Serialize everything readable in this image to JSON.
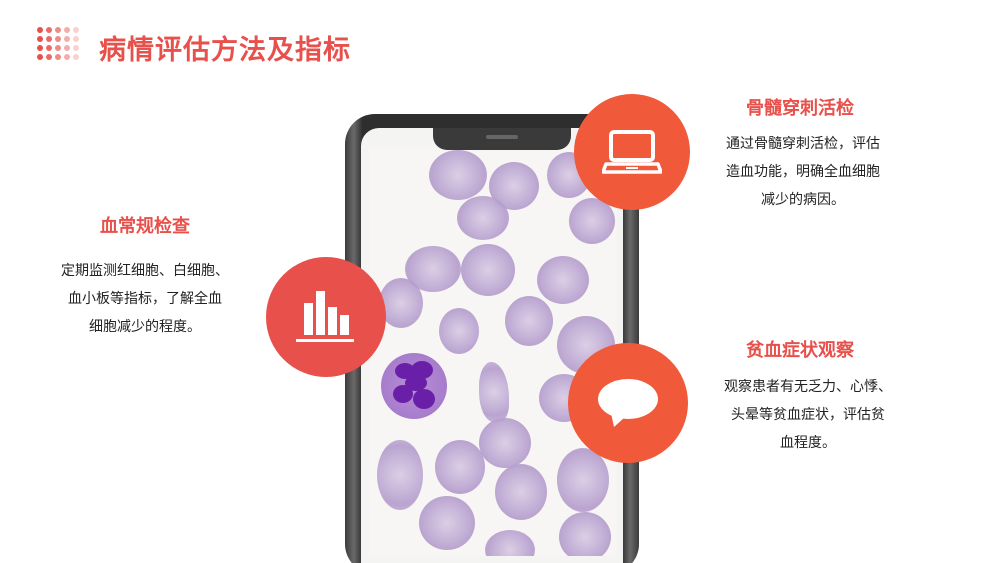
{
  "header": {
    "title": "病情评估方法及指标"
  },
  "sections": {
    "blood_routine": {
      "title": "血常规检查",
      "lines": [
        "定期监测红细胞、白细胞、",
        "血小板等指标，了解全血",
        "细胞减少的程度。"
      ],
      "icon": "bar-chart-icon"
    },
    "bone_marrow": {
      "title": "骨髓穿刺活检",
      "lines": [
        "通过骨髓穿刺活检，评估",
        "造血功能，明确全血细胞",
        "减少的病因。"
      ],
      "icon": "laptop-icon"
    },
    "anemia": {
      "title": "贫血症状观察",
      "lines": [
        "观察患者有无乏力、心悸、",
        "头晕等贫血症状，评估贫",
        "血程度。"
      ],
      "icon": "speech-bubble-icon"
    }
  },
  "colors": {
    "accent": "#e8504b",
    "accent_orange": "#f05a3a",
    "text": "#222222"
  },
  "illustration": {
    "device": "smartphone",
    "screen_content": "blood smear micrograph"
  }
}
